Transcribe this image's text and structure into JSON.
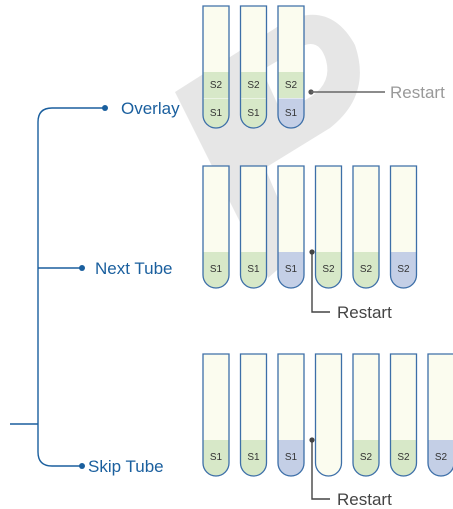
{
  "colors": {
    "branch_blue": "#1a5f9e",
    "tube_outline": "#3d6fa8",
    "tube_empty_fill": "#fbfcef",
    "s1_fill": "#d7e8c8",
    "s2_fill": "#c4cfe6",
    "overlay_top_fill": "#d7e8c8",
    "restart_line": "#444444",
    "watermark": "#dedede"
  },
  "branches": [
    {
      "label": "Overlay",
      "restart_label": "Restart",
      "tubes": [
        {
          "layers": [
            "S2",
            "S1"
          ],
          "fill": "s1"
        },
        {
          "layers": [
            "S2",
            "S1"
          ],
          "fill": "s1"
        },
        {
          "layers": [
            "S2",
            "S1"
          ],
          "fill": "s2"
        }
      ]
    },
    {
      "label": "Next Tube",
      "restart_label": "Restart",
      "tubes": [
        {
          "layers": [
            "S1"
          ],
          "fill": "s1"
        },
        {
          "layers": [
            "S1"
          ],
          "fill": "s1"
        },
        {
          "layers": [
            "S1"
          ],
          "fill": "s2"
        },
        {
          "layers": [
            "S2"
          ],
          "fill": "s1"
        },
        {
          "layers": [
            "S2"
          ],
          "fill": "s1"
        },
        {
          "layers": [
            "S2"
          ],
          "fill": "s2"
        }
      ]
    },
    {
      "label": "Skip Tube",
      "restart_label": "Restart",
      "tubes": [
        {
          "layers": [
            "S1"
          ],
          "fill": "s1"
        },
        {
          "layers": [
            "S1"
          ],
          "fill": "s1"
        },
        {
          "layers": [
            "S1"
          ],
          "fill": "s2"
        },
        {
          "layers": [],
          "fill": "empty"
        },
        {
          "layers": [
            "S2"
          ],
          "fill": "s1"
        },
        {
          "layers": [
            "S2"
          ],
          "fill": "s1"
        },
        {
          "layers": [
            "S2"
          ],
          "fill": "s2"
        }
      ]
    }
  ]
}
